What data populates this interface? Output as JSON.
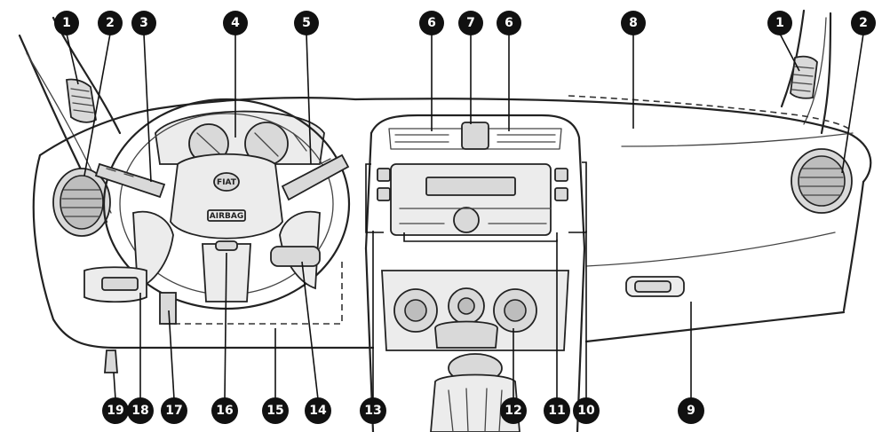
{
  "diagram": {
    "emblem_text": "FIAT",
    "airbag_text": "AIRBAG",
    "callouts": [
      {
        "id": "c1a",
        "label": "1"
      },
      {
        "id": "c2a",
        "label": "2"
      },
      {
        "id": "c3",
        "label": "3"
      },
      {
        "id": "c4",
        "label": "4"
      },
      {
        "id": "c5",
        "label": "5"
      },
      {
        "id": "c6a",
        "label": "6"
      },
      {
        "id": "c7",
        "label": "7"
      },
      {
        "id": "c6b",
        "label": "6"
      },
      {
        "id": "c8",
        "label": "8"
      },
      {
        "id": "c1b",
        "label": "1"
      },
      {
        "id": "c2b",
        "label": "2"
      },
      {
        "id": "c19",
        "label": "19"
      },
      {
        "id": "c18",
        "label": "18"
      },
      {
        "id": "c17",
        "label": "17"
      },
      {
        "id": "c16",
        "label": "16"
      },
      {
        "id": "c15",
        "label": "15"
      },
      {
        "id": "c14",
        "label": "14"
      },
      {
        "id": "c13",
        "label": "13"
      },
      {
        "id": "c12",
        "label": "12"
      },
      {
        "id": "c11",
        "label": "11"
      },
      {
        "id": "c10",
        "label": "10"
      },
      {
        "id": "c9",
        "label": "9"
      }
    ]
  }
}
